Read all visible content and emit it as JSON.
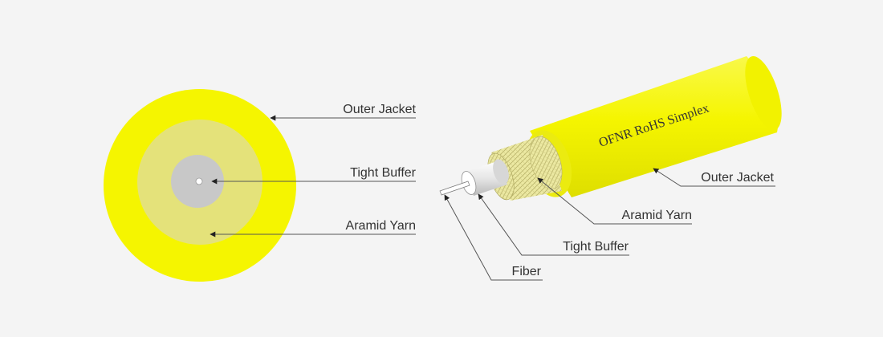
{
  "colors": {
    "background": "#f4f4f4",
    "outer_jacket": "#f5f500",
    "aramid_yarn": "#e4e27a",
    "tight_buffer": "#c8c8c8",
    "fiber": "#ffffff",
    "leader_line": "#555555",
    "label_text": "#333333"
  },
  "cross_section": {
    "labels": {
      "outer_jacket": "Outer Jacket",
      "tight_buffer": "Tight Buffer",
      "aramid_yarn": "Aramid Yarn"
    }
  },
  "perspective_view": {
    "jacket_print": "OFNR RoHS Simplex",
    "labels": {
      "outer_jacket": "Outer Jacket",
      "aramid_yarn": "Aramid Yarn",
      "tight_buffer": "Tight Buffer",
      "fiber": "Fiber"
    }
  }
}
